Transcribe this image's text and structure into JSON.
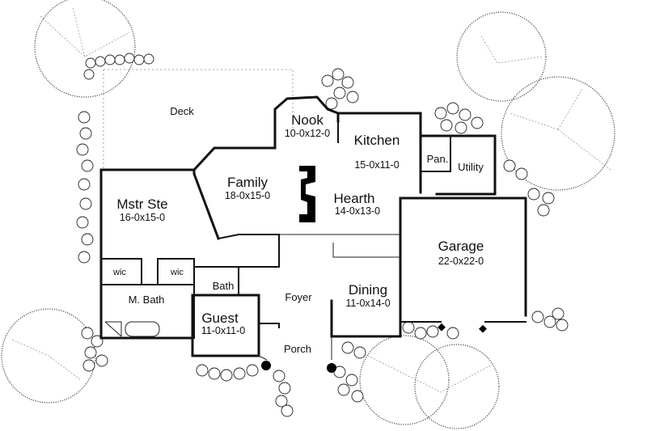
{
  "plan": {
    "rooms": [
      {
        "id": "deck",
        "name": "Deck",
        "dim": ""
      },
      {
        "id": "nook",
        "name": "Nook",
        "dim": "10-0x12-0"
      },
      {
        "id": "kitchen",
        "name": "Kitchen",
        "dim": "15-0x11-0"
      },
      {
        "id": "pantry",
        "name": "Pan.",
        "dim": ""
      },
      {
        "id": "utility",
        "name": "Utility",
        "dim": ""
      },
      {
        "id": "family",
        "name": "Family",
        "dim": "18-0x15-0"
      },
      {
        "id": "hearth",
        "name": "Hearth",
        "dim": "14-0x13-0"
      },
      {
        "id": "mstr-ste",
        "name": "Mstr Ste",
        "dim": "16-0x15-0"
      },
      {
        "id": "garage",
        "name": "Garage",
        "dim": "22-0x22-0"
      },
      {
        "id": "wic-1",
        "name": "wic",
        "dim": ""
      },
      {
        "id": "wic-2",
        "name": "wic",
        "dim": ""
      },
      {
        "id": "bath",
        "name": "Bath",
        "dim": ""
      },
      {
        "id": "m-bath",
        "name": "M. Bath",
        "dim": ""
      },
      {
        "id": "foyer",
        "name": "Foyer",
        "dim": ""
      },
      {
        "id": "dining",
        "name": "Dining",
        "dim": "11-0x14-0"
      },
      {
        "id": "guest",
        "name": "Guest",
        "dim": "11-0x11-0"
      },
      {
        "id": "porch",
        "name": "Porch",
        "dim": ""
      }
    ]
  }
}
